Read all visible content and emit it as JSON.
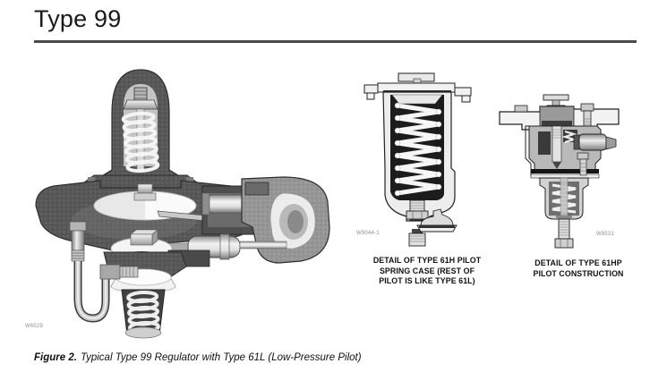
{
  "page": {
    "title": "Type 99",
    "figure": {
      "label": "Figure 2.",
      "caption": "Typical Type 99 Regulator with Type 61L (Low-Pressure Pilot)"
    }
  },
  "illustrations": {
    "main_regulator": {
      "ref": "W6529"
    },
    "pilot_spring_case": {
      "ref": "W9044-1",
      "caption_lines": [
        "DETAIL OF TYPE 61H PILOT",
        "SPRING CASE (REST OF",
        "PILOT IS LIKE TYPE 61L)"
      ]
    },
    "pilot_construction": {
      "ref": "W8531",
      "caption_lines": [
        "DETAIL OF TYPE 61HP",
        "PILOT CONSTRUCTION"
      ]
    }
  },
  "colors": {
    "rule": "#4a4a4a",
    "caption_text": "#111111",
    "ref_label": "#8d8d8d",
    "body_dark_metal": "#585858",
    "elbow_mid_metal": "#969696",
    "spring_white": "#f6f6f6",
    "spring_case_interior": "#1c1c1c"
  }
}
